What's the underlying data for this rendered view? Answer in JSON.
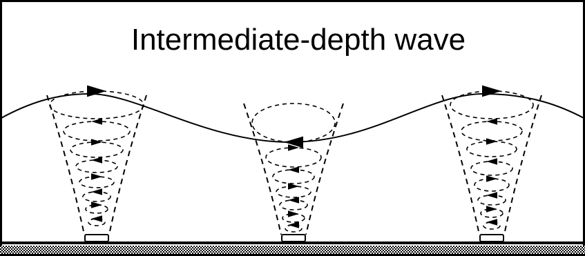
{
  "title": "Intermediate-depth wave",
  "colors": {
    "line": "#000000",
    "background": "#ffffff"
  },
  "parts": {
    "frame": "frame",
    "surface": "wave-surface",
    "seabed": "seabed"
  },
  "orbit_groups": [
    {
      "name": "orbit-group-crest-left",
      "phase": "crest",
      "surface_motion": "right"
    },
    {
      "name": "orbit-group-trough",
      "phase": "trough",
      "surface_motion": "left"
    },
    {
      "name": "orbit-group-crest-right",
      "phase": "crest",
      "surface_motion": "right"
    }
  ]
}
